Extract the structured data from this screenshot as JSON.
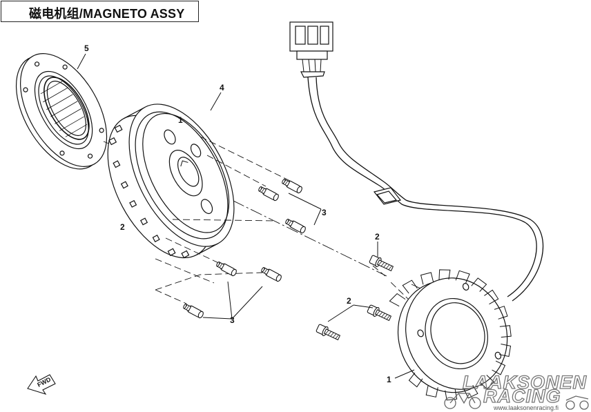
{
  "title": "磁电机组/MAGNETO ASSY",
  "callouts": {
    "p1": "1",
    "p2a": "2",
    "p2b": "2",
    "p3a": "3",
    "p3b": "3",
    "p4": "4",
    "p5": "5"
  },
  "rotor_marks": {
    "m1": "1",
    "m2": "2"
  },
  "fwd_label": "FWD",
  "watermark": {
    "line1": "LAAKSONEN",
    "line2": "RACING",
    "url": "www.laaksonenracing.fi"
  }
}
